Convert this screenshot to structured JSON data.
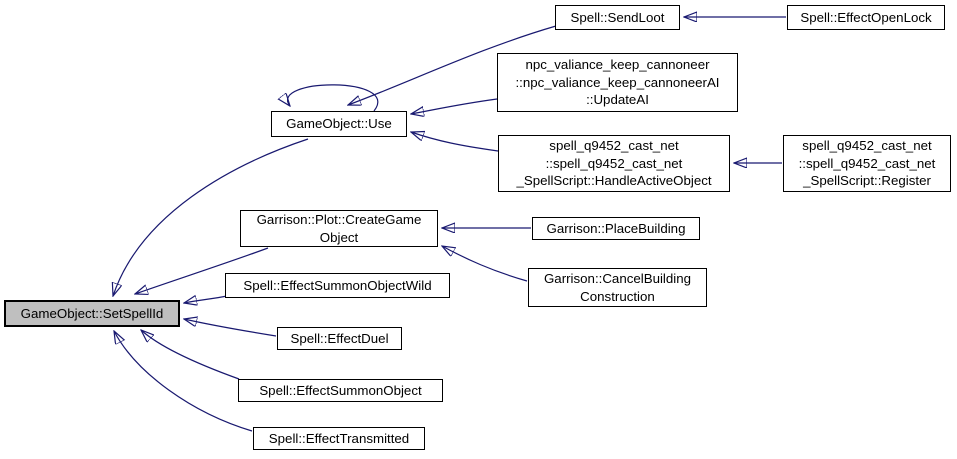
{
  "diagram": {
    "kind": "doxygen-caller-graph",
    "highlighted_node": "GameObject::SetSpellId",
    "colors": {
      "edge": "#191970",
      "node_border": "#000000",
      "node_fill": "#ffffff",
      "highlight_fill": "#bfbfbf",
      "background": "#ffffff",
      "text": "#000000"
    },
    "nodes": {
      "set_spell_id": {
        "label": "GameObject::SetSpellId"
      },
      "use": {
        "label": "GameObject::Use"
      },
      "send_loot": {
        "label": "Spell::SendLoot"
      },
      "effect_open_lock": {
        "label": "Spell::EffectOpenLock"
      },
      "npc_update_ai": {
        "label": "npc_valiance_keep_cannoneer\n::npc_valiance_keep_cannoneerAI\n::UpdateAI"
      },
      "handle_active_object": {
        "label": "spell_q9452_cast_net\n::spell_q9452_cast_net\n_SpellScript::HandleActiveObject"
      },
      "register": {
        "label": "spell_q9452_cast_net\n::spell_q9452_cast_net\n_SpellScript::Register"
      },
      "create_game_object": {
        "label": "Garrison::Plot::CreateGame\nObject"
      },
      "place_building": {
        "label": "Garrison::PlaceBuilding"
      },
      "cancel_building": {
        "label": "Garrison::CancelBuilding\nConstruction"
      },
      "summon_object_wild": {
        "label": "Spell::EffectSummonObjectWild"
      },
      "effect_duel": {
        "label": "Spell::EffectDuel"
      },
      "summon_object": {
        "label": "Spell::EffectSummonObject"
      },
      "transmitted": {
        "label": "Spell::EffectTransmitted"
      }
    },
    "edges": [
      {
        "from": "GameObject::Use",
        "to": "GameObject::SetSpellId"
      },
      {
        "from": "GameObject::Use",
        "to": "GameObject::Use"
      },
      {
        "from": "Spell::SendLoot",
        "to": "GameObject::Use"
      },
      {
        "from": "Spell::EffectOpenLock",
        "to": "Spell::SendLoot"
      },
      {
        "from": "npc_valiance_keep_cannoneer::npc_valiance_keep_cannoneerAI::UpdateAI",
        "to": "GameObject::Use"
      },
      {
        "from": "spell_q9452_cast_net::spell_q9452_cast_net_SpellScript::HandleActiveObject",
        "to": "GameObject::Use"
      },
      {
        "from": "spell_q9452_cast_net::spell_q9452_cast_net_SpellScript::Register",
        "to": "spell_q9452_cast_net::spell_q9452_cast_net_SpellScript::HandleActiveObject"
      },
      {
        "from": "Garrison::Plot::CreateGameObject",
        "to": "GameObject::SetSpellId"
      },
      {
        "from": "Garrison::PlaceBuilding",
        "to": "Garrison::Plot::CreateGameObject"
      },
      {
        "from": "Garrison::CancelBuildingConstruction",
        "to": "Garrison::Plot::CreateGameObject"
      },
      {
        "from": "Spell::EffectSummonObjectWild",
        "to": "GameObject::SetSpellId"
      },
      {
        "from": "Spell::EffectDuel",
        "to": "GameObject::SetSpellId"
      },
      {
        "from": "Spell::EffectSummonObject",
        "to": "GameObject::SetSpellId"
      },
      {
        "from": "Spell::EffectTransmitted",
        "to": "GameObject::SetSpellId"
      }
    ]
  }
}
